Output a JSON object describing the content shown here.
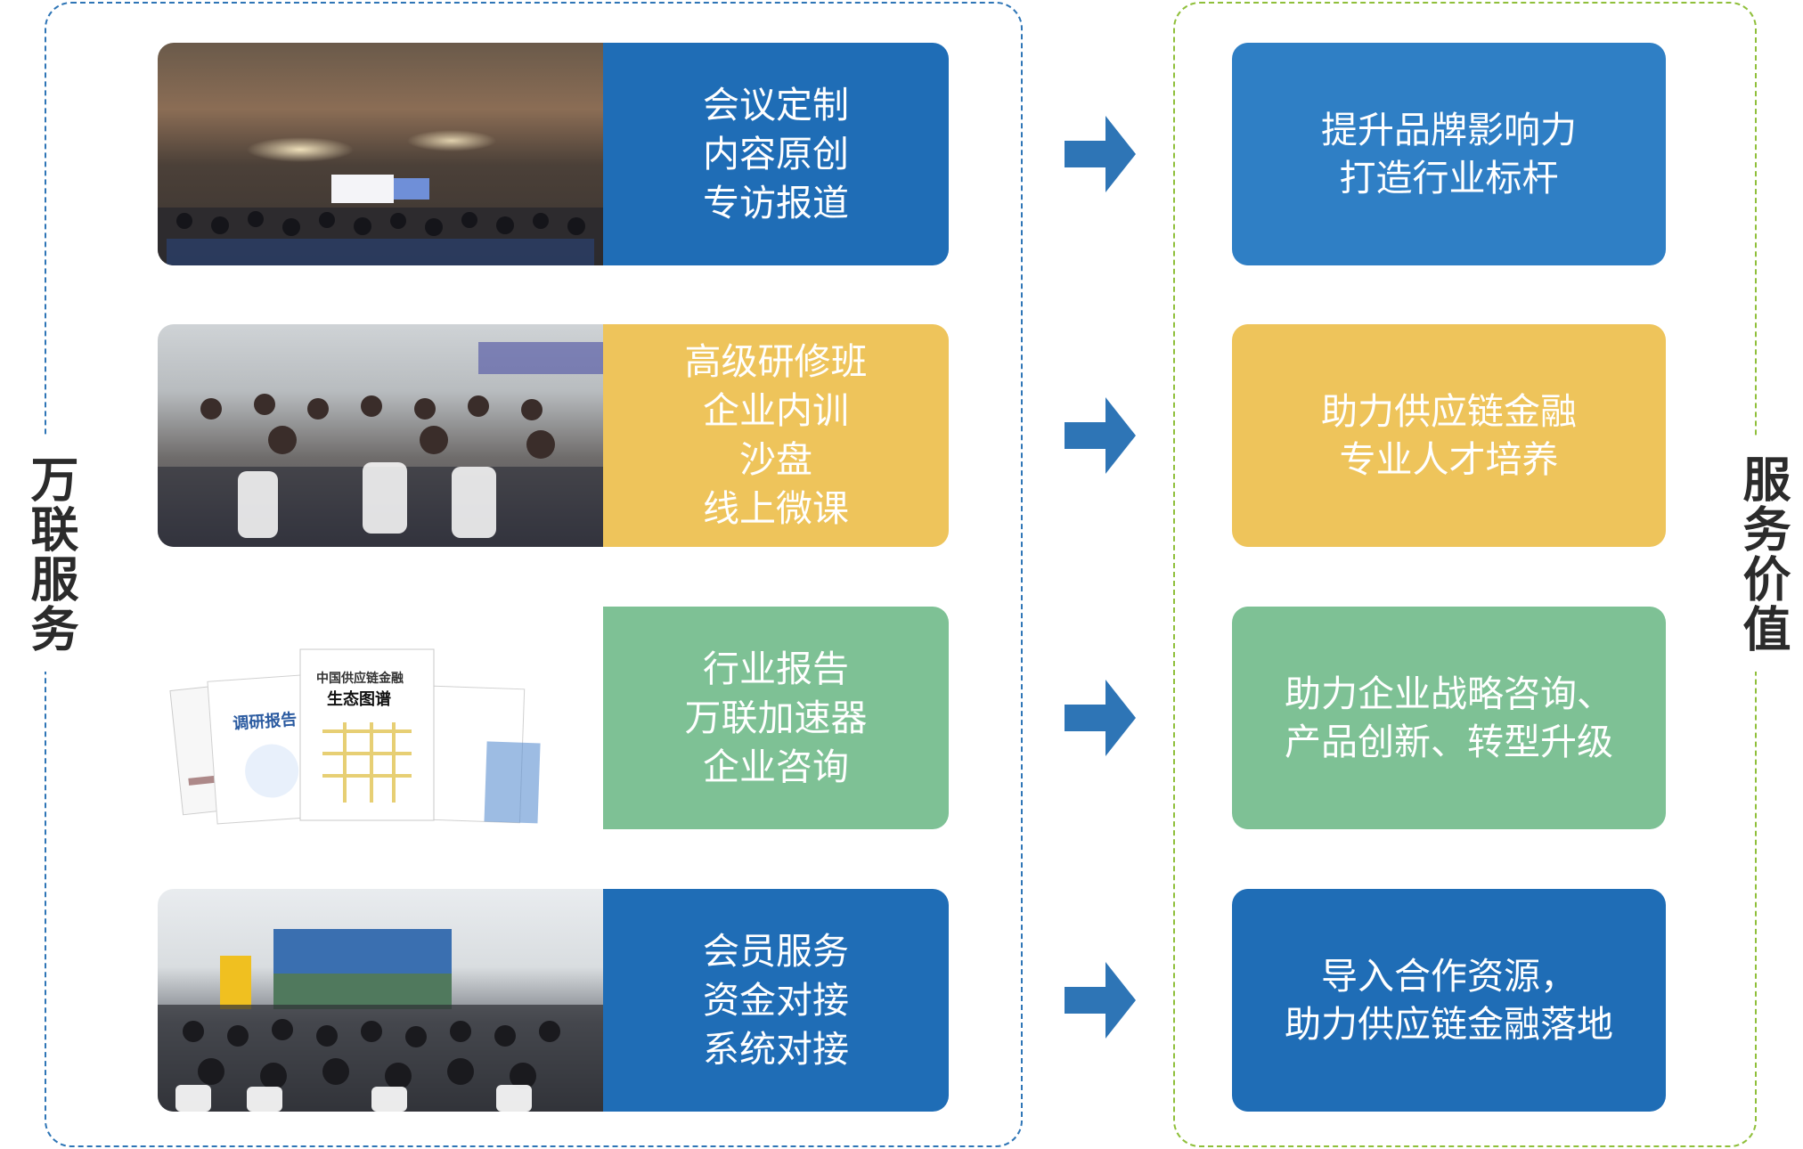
{
  "left_group": {
    "label": "万联服务"
  },
  "right_group": {
    "label": "服务价值"
  },
  "rows": [
    {
      "photo_icon": "conference-hall-photo",
      "services": [
        "会议定制",
        "内容原创",
        "专访报道"
      ],
      "value": [
        "提升品牌影响力",
        "打造行业标杆"
      ],
      "color": "#1f6db6"
    },
    {
      "photo_icon": "training-class-photo",
      "services": [
        "高级研修班",
        "企业内训",
        "沙盘",
        "线上微课"
      ],
      "value": [
        "助力供应链金融",
        "专业人才培养"
      ],
      "color": "#eec45b"
    },
    {
      "photo_icon": "industry-reports-photo",
      "photo_text": {
        "report_main_title": "中国供应链金融",
        "report_main_subtitle": "生态图谱",
        "report_left_title": "调研报告"
      },
      "services": [
        "行业报告",
        "万联加速器",
        "企业咨询"
      ],
      "value": [
        "助力企业战略咨询、",
        "产品创新、转型升级"
      ],
      "color": "#7ec195"
    },
    {
      "photo_icon": "member-event-photo",
      "services": [
        "会员服务",
        "资金对接",
        "系统对接"
      ],
      "value": [
        "导入合作资源，",
        "助力供应链金融落地"
      ],
      "color": "#1f6db6"
    }
  ],
  "arrow_icon": "right-arrow-icon",
  "arrow_color": "#2e75b6"
}
